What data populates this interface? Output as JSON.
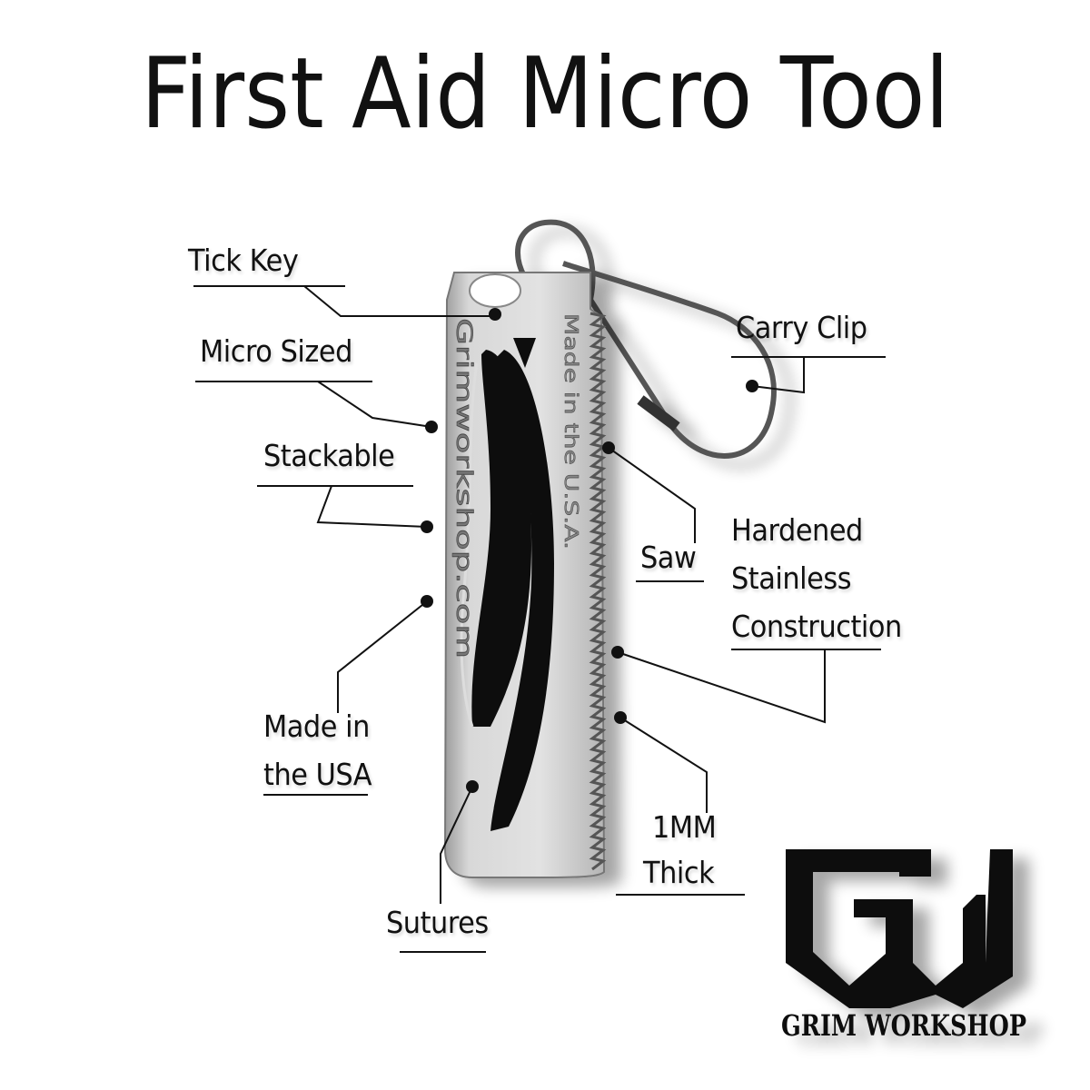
{
  "title": "First Aid Micro Tool",
  "product_engravings": {
    "left": "Grimworkshop.com",
    "right": "Made in the U.S.A."
  },
  "callouts": {
    "tick_key": "Tick Key",
    "micro_sized": "Micro Sized",
    "stackable": "Stackable",
    "made_in_1": "Made in",
    "made_in_2": "the USA",
    "sutures": "Sutures",
    "carry_clip": "Carry Clip",
    "saw": "Saw",
    "hardened_1": "Hardened",
    "hardened_2": "Stainless",
    "hardened_3": "Construction",
    "thick_1": "1MM",
    "thick_2": "Thick"
  },
  "logo": {
    "monogram": "GW",
    "text": "GRIM WORKSHOP"
  },
  "colors": {
    "ink": "#111111",
    "steel": "#c9c9c9",
    "background": "#ffffff"
  }
}
